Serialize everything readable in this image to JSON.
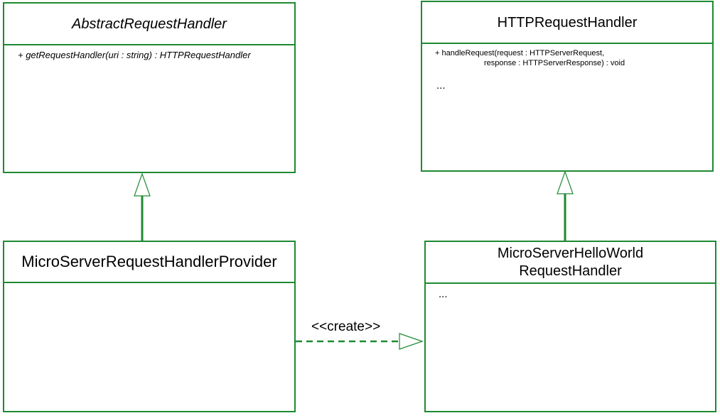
{
  "classes": {
    "abstract_request_handler": {
      "name": "AbstractRequestHandler",
      "operation": "+ getRequestHandler(uri : string) : HTTPRequestHandler"
    },
    "http_request_handler": {
      "name": "HTTPRequestHandler",
      "operation_line1": "+ handleRequest(request : HTTPServerRequest,",
      "operation_line2": "response : HTTPServerResponse) : void",
      "ellipsis": "..."
    },
    "micro_server_request_handler_provider": {
      "name": "MicroServerRequestHandlerProvider"
    },
    "micro_server_hello_world_request_handler": {
      "name_line1": "MicroServerHelloWorld",
      "name_line2": "RequestHandler",
      "ellipsis": "..."
    }
  },
  "relations": {
    "create_stereotype": "<<create>>"
  },
  "colors": {
    "border": "#1e8a32",
    "line": "#1e8a32"
  }
}
